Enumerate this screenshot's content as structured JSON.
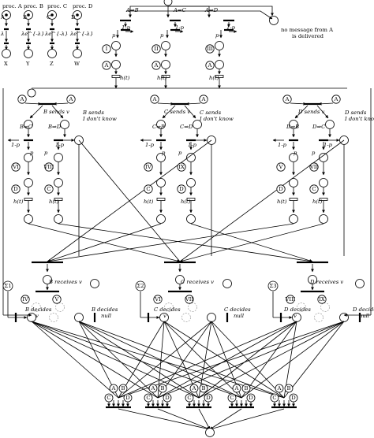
{
  "legend": {
    "items": [
      {
        "label": "proc. A",
        "token": "A",
        "rate": "λ",
        "out": "X"
      },
      {
        "label": "proc. B",
        "token": "B",
        "rate": "λe^{-λ}",
        "out": "Y"
      },
      {
        "label": "proc. C",
        "token": "C",
        "rate": "λe^{-λ}",
        "out": "Z"
      },
      {
        "label": "proc. D",
        "token": "D",
        "rate": "λe^{-λ}",
        "out": "W"
      }
    ]
  },
  "top": {
    "branches": [
      "A⇒B",
      "A⇒C",
      "A⇒D"
    ],
    "prob_fail": "1-p",
    "prob_ok": "p",
    "no_msg": "no message from A",
    "no_msg2": "is delivered",
    "roman": [
      "I",
      "II",
      "III"
    ],
    "h": "h(t)",
    "token": "A"
  },
  "mid": {
    "sends": [
      {
        "who": "B",
        "v": "B sends v",
        "dk": "B sends",
        "dk2": "I don't know",
        "a": "B⇒C",
        "b": "B⇒D"
      },
      {
        "who": "C",
        "v": "C sends v",
        "dk": "C sends",
        "dk2": "I don't know",
        "a": "C⇒B",
        "b": "C⇒D"
      },
      {
        "who": "D",
        "v": "D sends v",
        "dk": "D sends",
        "dk2": "I don't know",
        "a": "D⇒B",
        "b": "D⇒C"
      }
    ],
    "romans": [
      [
        "VI",
        "VIII"
      ],
      [
        "IV",
        "IX"
      ],
      [
        "V",
        "VII"
      ]
    ],
    "tokens": [
      [
        "D",
        "C"
      ],
      [
        "C",
        "D"
      ],
      [
        "D",
        "C"
      ]
    ],
    "p": "p",
    "fail": "1-p",
    "h": "h(t)"
  },
  "recv": {
    "items": [
      {
        "label": "B receives v",
        "sigma": "Σ1",
        "dec_v": "B decides",
        "dec_v2": "v",
        "dec_n": "B decides",
        "dec_n2": "null",
        "romans": [
          "IV",
          "V"
        ]
      },
      {
        "label": "C receives v",
        "sigma": "Σ2",
        "dec_v": "C decides",
        "dec_v2": "v",
        "dec_n": "C decides",
        "dec_n2": "null",
        "romans": [
          "VI",
          "VII"
        ]
      },
      {
        "label": "D receives v",
        "sigma": "Σ3",
        "dec_v": "D decides",
        "dec_v2": "v",
        "dec_n": "D decides",
        "dec_n2": "null",
        "romans": [
          "VIII",
          "IX"
        ]
      }
    ]
  },
  "bottom": {
    "groups": [
      [
        "A",
        "B",
        "C",
        "D"
      ],
      [
        "A",
        "B",
        "C",
        "D"
      ],
      [
        "A",
        "B",
        "C",
        "D"
      ],
      [
        "A",
        "B",
        "C",
        "D"
      ],
      [
        "A",
        "B",
        "C",
        "D"
      ]
    ]
  }
}
